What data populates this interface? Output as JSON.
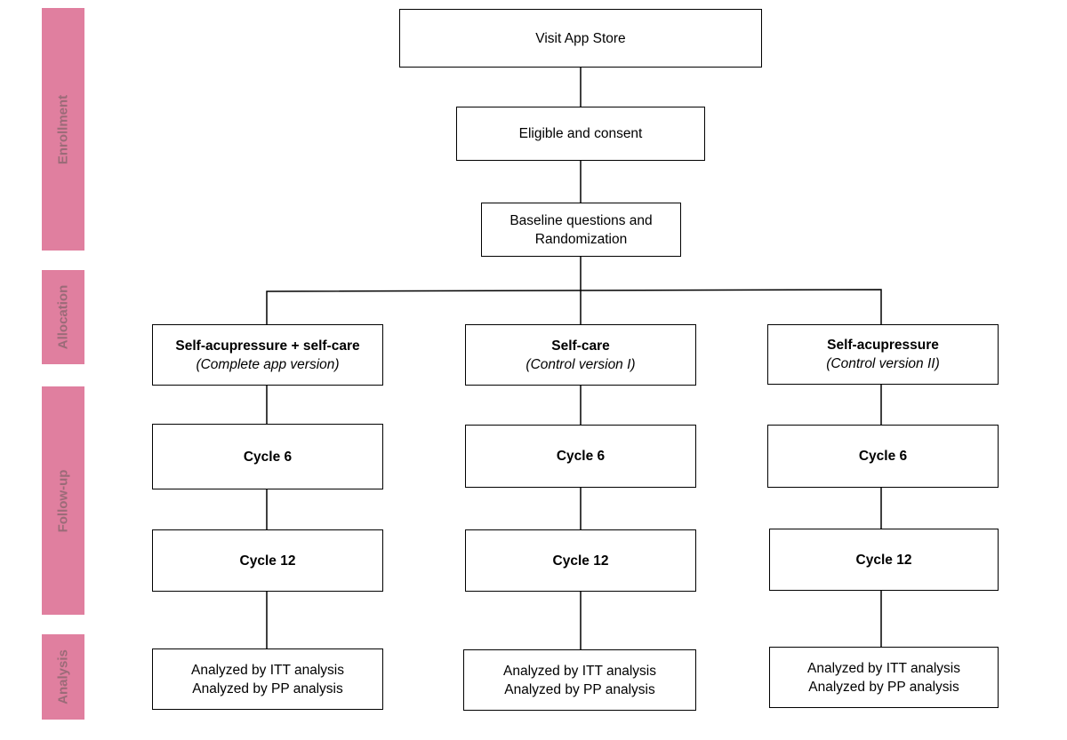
{
  "phases": {
    "enrollment": "Enrollment",
    "allocation": "Allocation",
    "follow_up": "Follow-up",
    "analysis": "Analysis"
  },
  "steps": {
    "visit": "Visit App Store",
    "eligible": "Eligible and consent",
    "baseline_line1": "Baseline questions and",
    "baseline_line2": "Randomization"
  },
  "arms": [
    {
      "title": "Self-acupressure + self-care",
      "subtitle": "(Complete app version)",
      "cycle6": "Cycle 6",
      "cycle12": "Cycle 12",
      "analysis_line1": "Analyzed by ITT analysis",
      "analysis_line2": "Analyzed by PP analysis"
    },
    {
      "title": "Self-care",
      "subtitle": "(Control version I)",
      "cycle6": "Cycle 6",
      "cycle12": "Cycle 12",
      "analysis_line1": "Analyzed by ITT analysis",
      "analysis_line2": "Analyzed by PP analysis"
    },
    {
      "title": "Self-acupressure",
      "subtitle": "(Control version II)",
      "cycle6": "Cycle 6",
      "cycle12": "Cycle 12",
      "analysis_line1": "Analyzed by ITT analysis",
      "analysis_line2": "Analyzed by PP analysis"
    }
  ],
  "colors": {
    "phase_band": "#e07f9f",
    "phase_text": "#9b6b78"
  }
}
